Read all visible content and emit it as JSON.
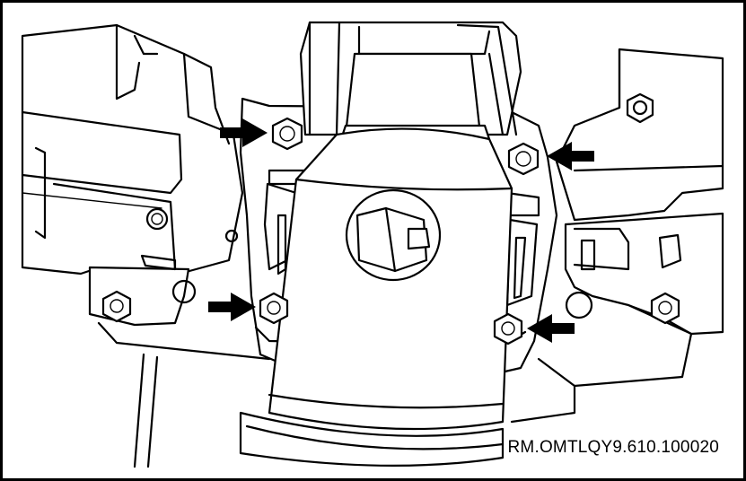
{
  "figure": {
    "reference_code": "RM.OMTLQY9.610.100020",
    "frame_color": "#000000",
    "background_color": "#ffffff",
    "callout_arrow_count": 4,
    "parts": [
      "bolt",
      "arrow-icon",
      "steering-column",
      "bracket"
    ]
  }
}
